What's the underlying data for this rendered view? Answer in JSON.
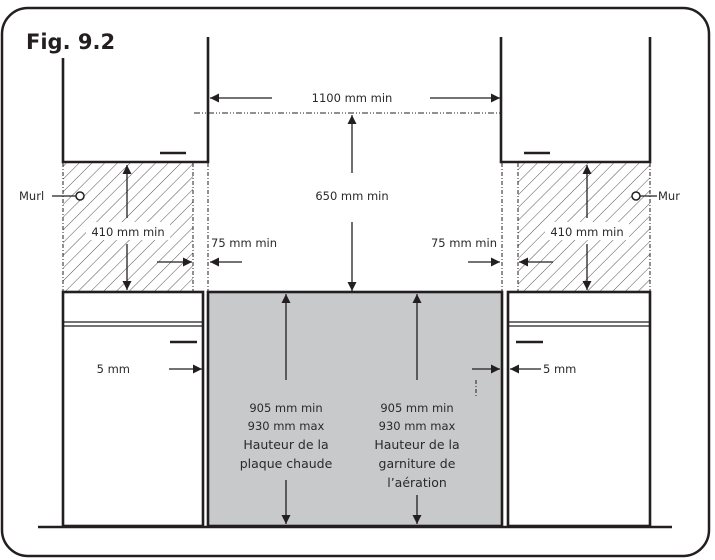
{
  "figure": {
    "title": "Fig. 9.2"
  },
  "colors": {
    "line": "#231f20",
    "hob_fill": "#c8c9ca",
    "hatch": "#555555",
    "background": "#ffffff"
  },
  "labels": {
    "wall_left": "Murl",
    "wall_right": "Mur",
    "width_clearance": "1100 mm min",
    "height_above_hob": "650 mm min",
    "cabinet_height_left": "410 mm min",
    "cabinet_height_right": "410 mm min",
    "side_clearance_left": "75 mm min",
    "side_clearance_right": "75 mm min",
    "gap_left": "5 mm",
    "gap_right": "5 mm",
    "hob_height": {
      "min": "905 mm min",
      "max": "930 mm max",
      "line1": "Hauteur de la",
      "line2": "plaque chaude"
    },
    "vent_height": {
      "min": "905 mm min",
      "max": "930 mm max",
      "line1": "Hauteur de la",
      "line2": "garniture de",
      "line3": "l’aération"
    }
  }
}
